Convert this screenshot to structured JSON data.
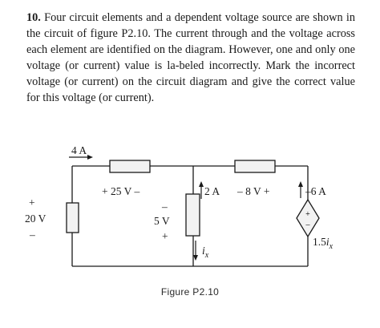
{
  "problem": {
    "number": "10.",
    "lines": [
      "Four circuit elements and a dependent voltage source are",
      "shown in the circuit of figure P2.10. The current through and",
      "the voltage across each element are identified on the diagram.",
      "However, one and only one voltage (or current) value is la-",
      "beled incorrectly. Mark the incorrect voltage (or current) on the",
      "circuit diagram and give the correct value for this voltage (or",
      "current)."
    ]
  },
  "figure": {
    "caption": "Figure P2.10",
    "labels": {
      "top_current": "4 A",
      "top_left_voltage": "+ 25 V –",
      "left_plus": "+",
      "left_voltage": "20 V",
      "left_minus": "–",
      "mid_minus": "–",
      "mid_voltage": "5 V",
      "mid_plus": "+",
      "mid_current": "2 A",
      "top_right_voltage": "– 8 V +",
      "right_current": "–6 A",
      "dep_source_value": "1.5",
      "dep_source_var": "i",
      "dep_source_sub": "x",
      "ix_var": "i",
      "ix_sub": "x",
      "src_plus": "+",
      "src_minus": "–"
    }
  }
}
